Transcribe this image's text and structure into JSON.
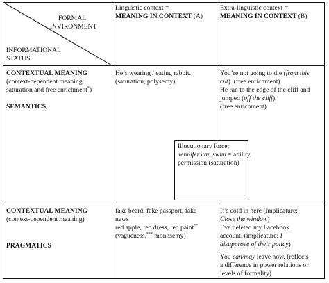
{
  "header": {
    "formal_environment": [
      "FORMAL",
      "ENVIRONMENT"
    ],
    "informational_status": [
      "INFORMATIONAL",
      "STATUS"
    ],
    "col_a": {
      "line1": "Linguistic context =",
      "line2_bold": "MEANING IN CONTEXT",
      "line2_tail": " (A)"
    },
    "col_b": {
      "line1": "Extra-linguistic context =",
      "line2_bold": "MEANING IN CONTEXT",
      "line2_tail": " (B)"
    }
  },
  "row1": {
    "heading": "CONTEXTUAL MEANING",
    "desc1": "(context-dependent meaning:",
    "desc2": "saturation and free enrichment",
    "desc2_sup": "*",
    "desc2_tail": ")",
    "label": "SEMANTICS",
    "col_a": [
      "He’s wearing / eating rabbit.",
      "(saturation, polysemy)"
    ],
    "col_b": {
      "l1_pre": "You’re not going to die (",
      "l1_ital": "from this",
      "l2_ital": "cut",
      "l2_post": "). (free enrichment)",
      "l3": "He ran to the edge of the cliff and",
      "l4_pre": "jumped (",
      "l4_ital": "off the cliff",
      "l4_post": ").",
      "l5": "(free enrichment)"
    }
  },
  "overlay": {
    "l1": "Illocutionary force;",
    "l2_ital": "Jennifer can swim",
    "l2_post": " = ability,",
    "l3": "permission (saturation)"
  },
  "row2": {
    "heading": "CONTEXTUAL MEANING",
    "desc": "(context-dependent meaning)",
    "label": "PRAGMATICS",
    "col_a": {
      "l1": "fake beard, fake passport, fake",
      "l2": "news",
      "l3": "red apple, red dress, red paint",
      "l3_sup": "**",
      "l4_pre": "(vagueness,",
      "l4_sup": "***",
      "l4_post": " monosemy)"
    },
    "col_b": {
      "l1": "It’s cold in here (implicature:",
      "l2_ital": "Close the window",
      "l2_post": ")",
      "l3": "I’ve deleted my Facebook",
      "l4_pre": "account. (implicature: ",
      "l4_ital": "I",
      "l5_ital": "disapprove of their policy",
      "l5_post": ")",
      "l6_pre": "You ",
      "l6_ital": "can/may",
      "l6_post": " leave now. (reflects",
      "l7": "a difference in power relations or",
      "l8": "levels of formality)"
    }
  }
}
